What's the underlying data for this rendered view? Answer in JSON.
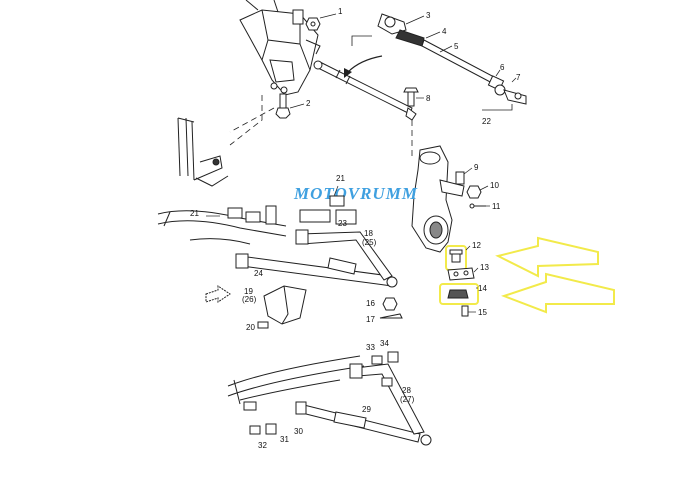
{
  "watermark": {
    "text": "MOTOVRUMM",
    "color": "#3fa0e0"
  },
  "highlight_color": "#f2ea4a",
  "callouts": {
    "c1": "1",
    "c2": "2",
    "c3": "3",
    "c4": "4",
    "c5": "5",
    "c6": "6",
    "c7": "7",
    "c8": "8",
    "c9": "9",
    "c10": "10",
    "c11": "11",
    "c12": "12",
    "c13": "13",
    "c14": "14",
    "c15": "15",
    "c16": "16",
    "c17": "17",
    "c18": "18",
    "c18b": "(25)",
    "c19": "19",
    "c19b": "(26)",
    "c20": "20",
    "c21a": "21",
    "c21b": "21",
    "c22": "22",
    "c23": "23",
    "c24": "24",
    "c28": "28",
    "c28b": "(27)",
    "c29": "29",
    "c30": "30",
    "c31": "31",
    "c32": "32",
    "c33": "33",
    "c34": "34"
  }
}
